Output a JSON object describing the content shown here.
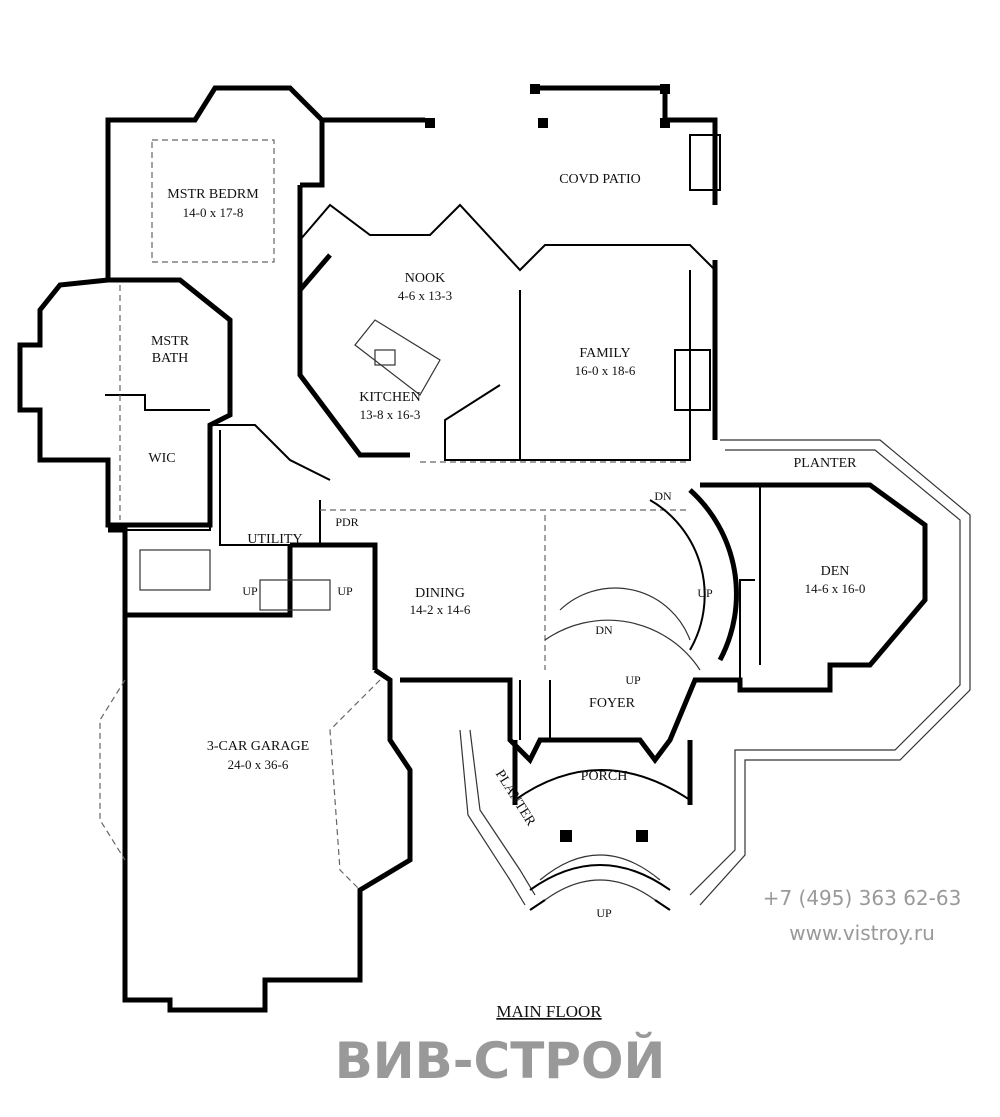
{
  "plan_title": "MAIN FLOOR",
  "rooms": {
    "patio": {
      "name": "COVD PATIO"
    },
    "master_bedroom": {
      "name": "MSTR BEDRM",
      "size": "14-0 x 17-8"
    },
    "nook": {
      "name": "NOOK",
      "size": "4-6 x 13-3"
    },
    "master_bath": {
      "name_line1": "MSTR",
      "name_line2": "BATH"
    },
    "kitchen": {
      "name": "KITCHEN",
      "size": "13-8 x 16-3"
    },
    "family": {
      "name": "FAMILY",
      "size": "16-0 x 18-6"
    },
    "wic": {
      "name": "WIC"
    },
    "utility": {
      "name": "UTILITY"
    },
    "powder": {
      "name": "PDR"
    },
    "planter_east": {
      "name": "PLANTER"
    },
    "den": {
      "name": "DEN",
      "size": "14-6 x 16-0"
    },
    "dining": {
      "name": "DINING",
      "size": "14-2 x 14-6"
    },
    "foyer": {
      "name": "FOYER"
    },
    "porch": {
      "name": "PORCH"
    },
    "planter_south": {
      "name": "PLANTER"
    },
    "garage": {
      "name": "3-CAR GARAGE",
      "size": "24-0 x 36-6"
    }
  },
  "stairs": {
    "dn_main": "DN",
    "up_main": "UP",
    "dn_inner": "DN",
    "up_inner": "UP",
    "up_utility_1": "UP",
    "up_utility_2": "UP",
    "up_porch": "UP"
  },
  "watermark": {
    "logo": "ВИВ-СТРОЙ",
    "phone": "+7 (495) 363 62-63",
    "url": "www.vistroy.ru"
  }
}
